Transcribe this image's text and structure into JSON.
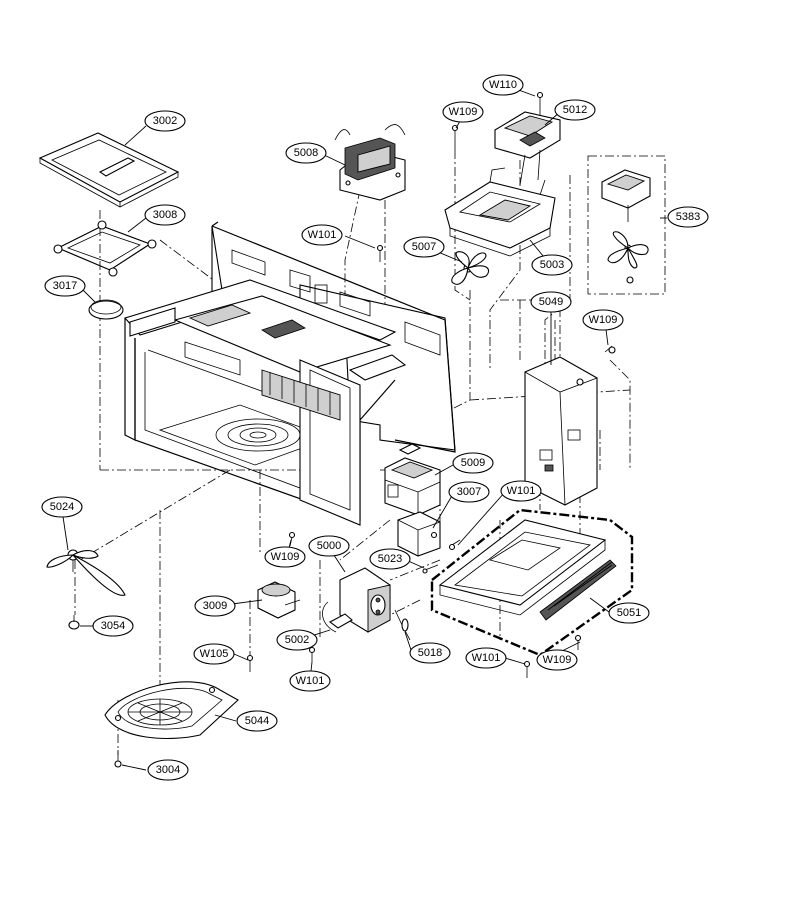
{
  "labels": [
    {
      "id": "c3002",
      "text": "3002"
    },
    {
      "id": "c3008",
      "text": "3008"
    },
    {
      "id": "c3017",
      "text": "3017"
    },
    {
      "id": "c5008",
      "text": "5008"
    },
    {
      "id": "cW101a",
      "text": "W101"
    },
    {
      "id": "cW109a",
      "text": "W109"
    },
    {
      "id": "cW110",
      "text": "W110"
    },
    {
      "id": "c5012",
      "text": "5012"
    },
    {
      "id": "c5007",
      "text": "5007"
    },
    {
      "id": "c5003",
      "text": "5003"
    },
    {
      "id": "c5383",
      "text": "5383"
    },
    {
      "id": "c5049",
      "text": "5049"
    },
    {
      "id": "cW109b",
      "text": "W109"
    },
    {
      "id": "c5009",
      "text": "5009"
    },
    {
      "id": "c3007",
      "text": "3007"
    },
    {
      "id": "cW101b",
      "text": "W101"
    },
    {
      "id": "c5024",
      "text": "5024"
    },
    {
      "id": "cW109c",
      "text": "W109"
    },
    {
      "id": "c5000",
      "text": "5000"
    },
    {
      "id": "c5023",
      "text": "5023"
    },
    {
      "id": "c3009",
      "text": "3009"
    },
    {
      "id": "c3054",
      "text": "3054"
    },
    {
      "id": "c5002",
      "text": "5002"
    },
    {
      "id": "c5018",
      "text": "5018"
    },
    {
      "id": "cW105",
      "text": "W105"
    },
    {
      "id": "cW101c",
      "text": "W101"
    },
    {
      "id": "c5051",
      "text": "5051"
    },
    {
      "id": "cW101d",
      "text": "W101"
    },
    {
      "id": "cW109d",
      "text": "W109"
    },
    {
      "id": "c5044",
      "text": "5044"
    },
    {
      "id": "c3004",
      "text": "3004"
    }
  ]
}
